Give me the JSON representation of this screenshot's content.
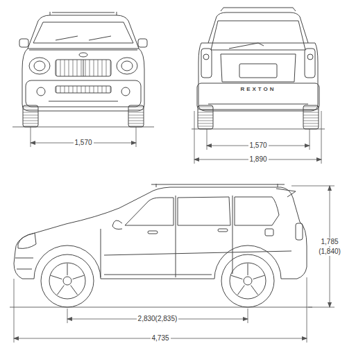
{
  "diagram": {
    "labels": [
      "1,570",
      "1,570",
      "1,890",
      "REXTON",
      "1,785",
      "(1,840)",
      "2,830(2,835)",
      "4,735"
    ]
  }
}
